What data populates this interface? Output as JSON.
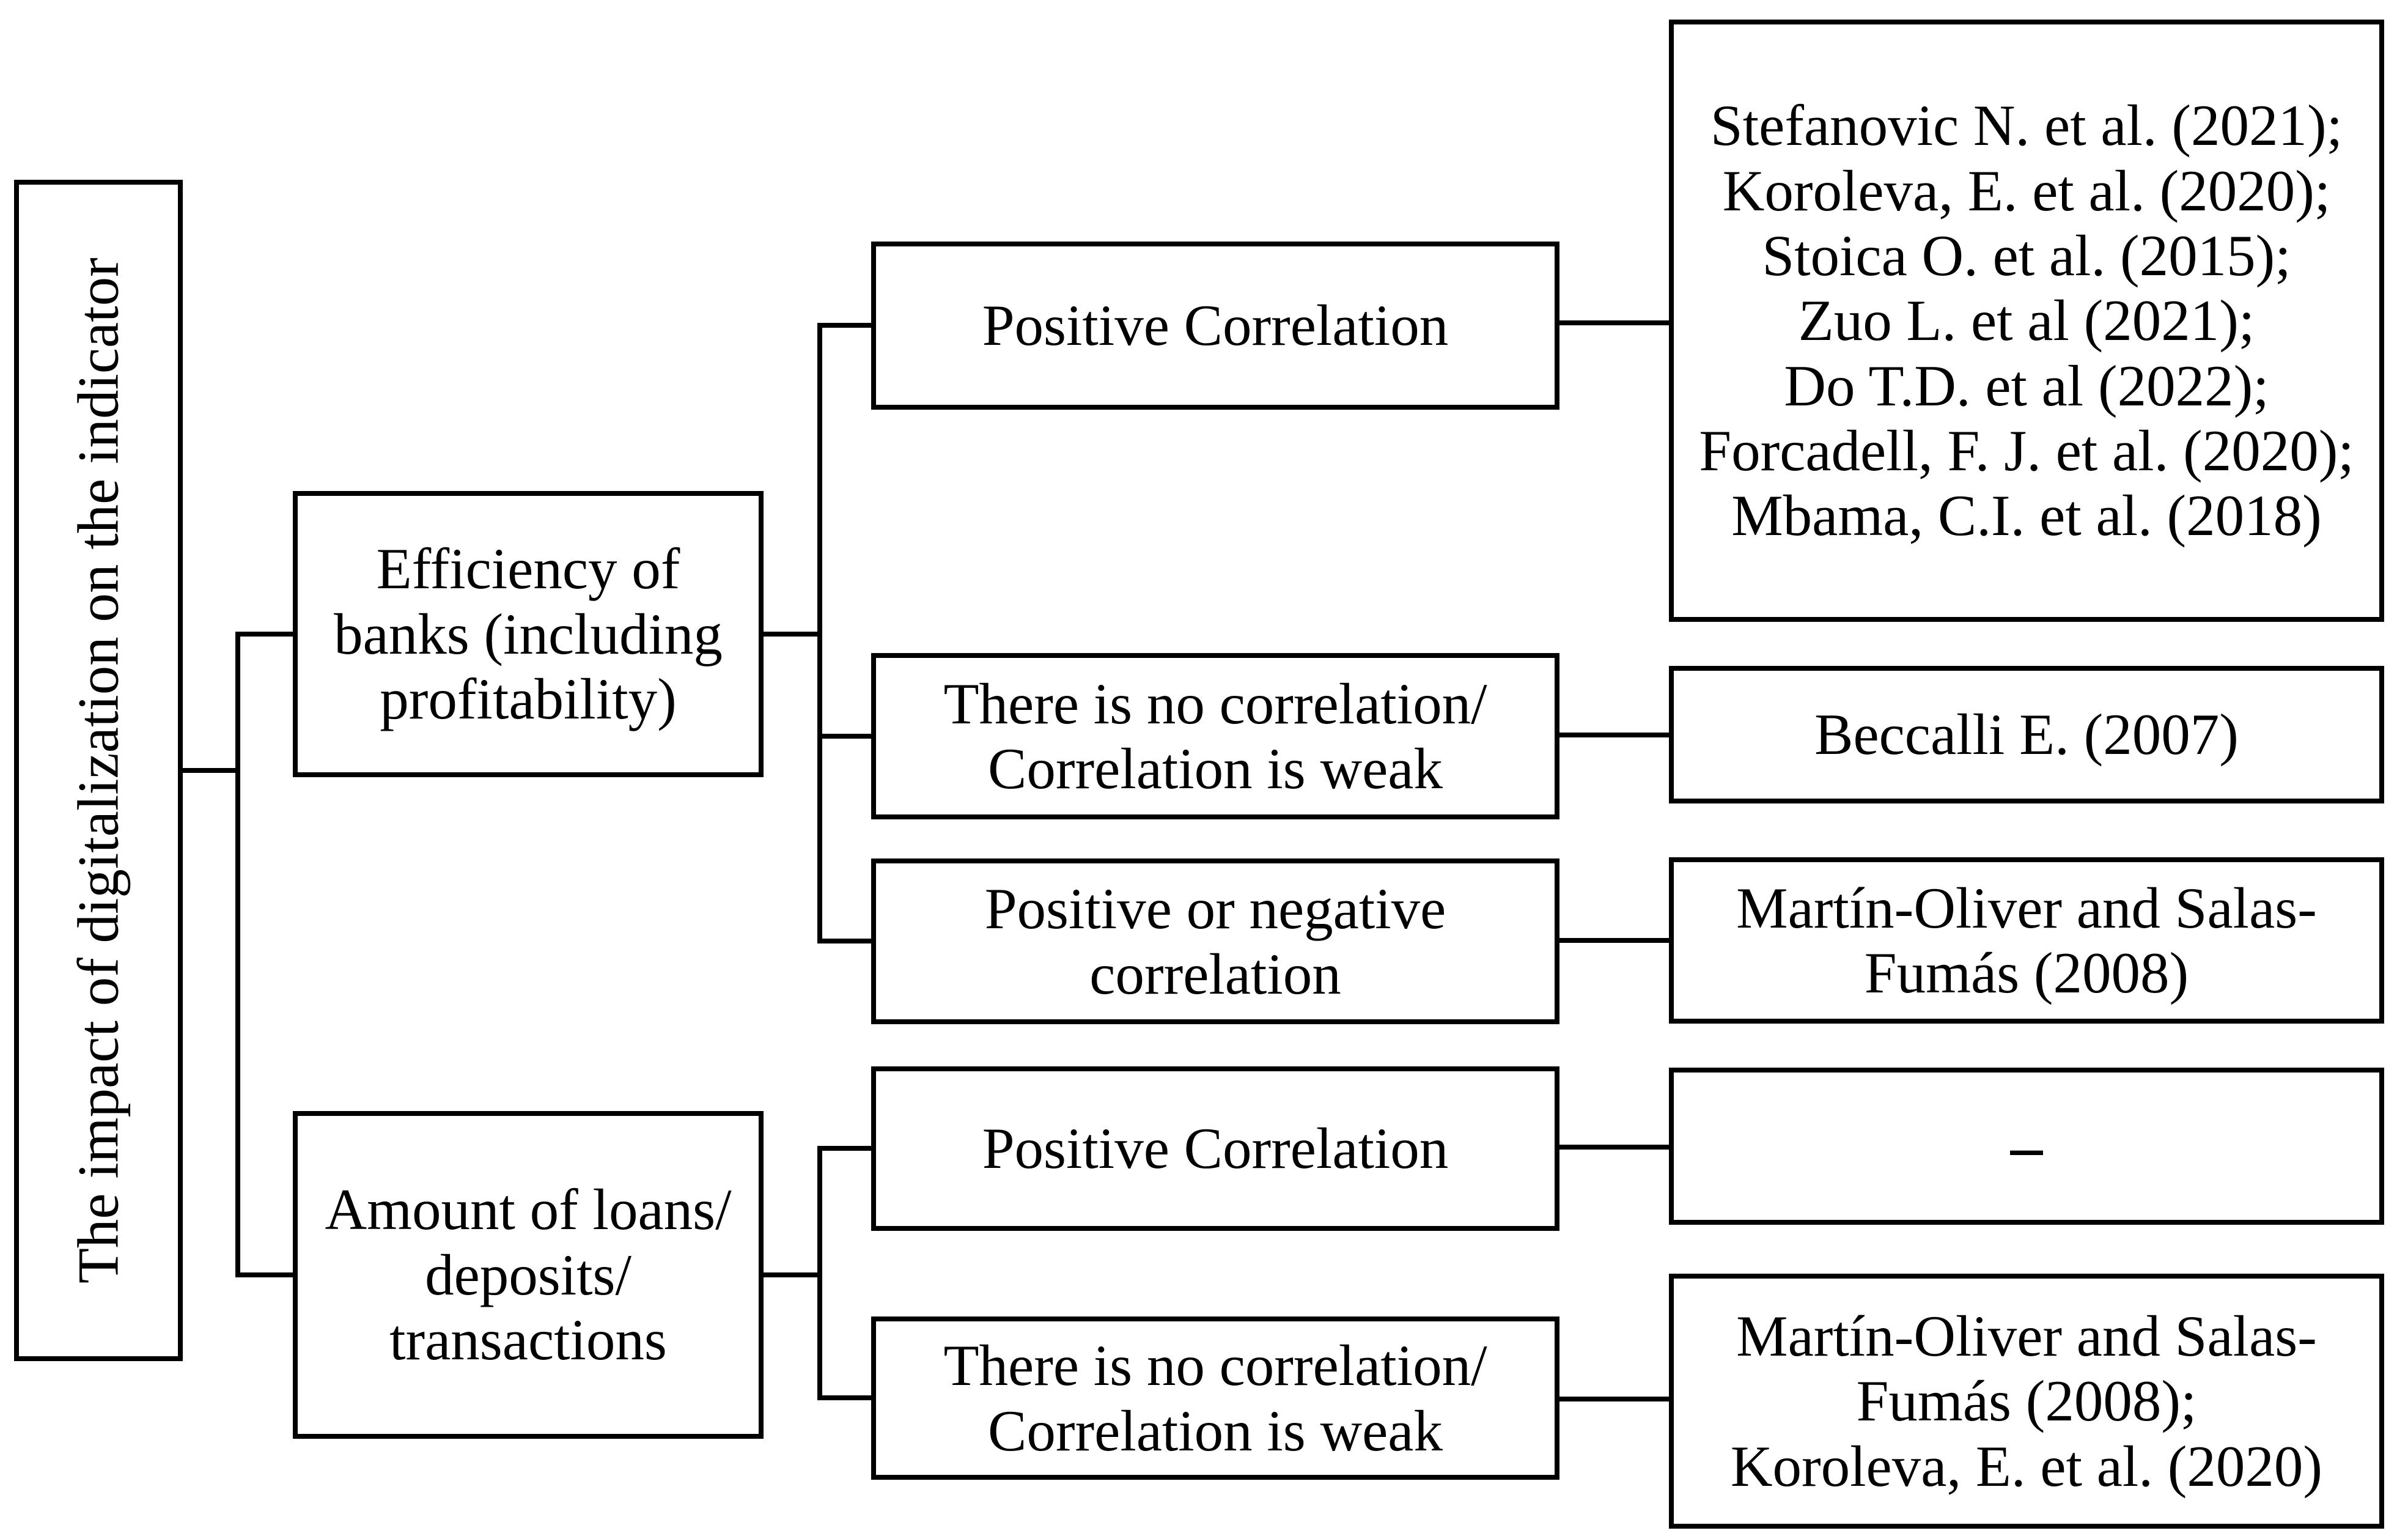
{
  "diagram": {
    "root": {
      "label": "The impact of digitalization on the indicator"
    },
    "branches": [
      {
        "category": {
          "label": "Efficiency of\nbanks (including\nprofitability)"
        },
        "outcomes": [
          {
            "correlation": "Positive Correlation",
            "sources": "Stefanovic N. et al. (2021);\nKoroleva, E. et al. (2020);\nStoica O. et al. (2015);\nZuo L. et al (2021);\nDo T.D. et al (2022);\nForcadell, F. J. et al. (2020);\nMbama, C.I. et al. (2018)"
          },
          {
            "correlation": "There is no correlation/\nCorrelation is weak",
            "sources": "Beccalli E. (2007)"
          },
          {
            "correlation": "Positive or negative\ncorrelation",
            "sources": "Martín-Oliver and Salas-\nFumás (2008)"
          }
        ]
      },
      {
        "category": {
          "label": "Amount of loans/\ndeposits/\ntransactions"
        },
        "outcomes": [
          {
            "correlation": "Positive Correlation",
            "sources": "–"
          },
          {
            "correlation": "There is no correlation/\nCorrelation is weak",
            "sources": "Martín-Oliver and Salas-\nFumás (2008);\nKoroleva, E. et al. (2020)"
          }
        ]
      }
    ]
  },
  "colors": {
    "line": "#000000",
    "text": "#000000",
    "background": "#ffffff"
  }
}
